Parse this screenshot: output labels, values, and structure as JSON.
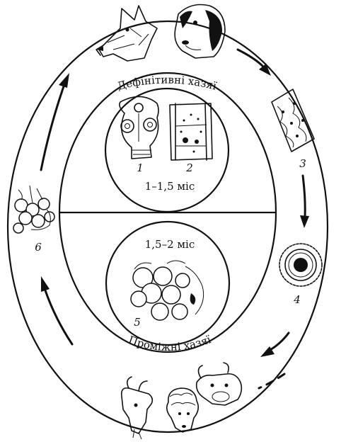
{
  "labels": {
    "definitive_hosts": "Дефінітивні хазяї",
    "intermediate_hosts": "Проміжні хазяї",
    "duration_definitive": "1–1,5 міс",
    "duration_intermediate": "1,5–2 міс"
  },
  "stage_numbers": [
    "1",
    "2",
    "3",
    "4",
    "5",
    "6"
  ],
  "icons": {
    "definitive_hosts": [
      "wolf-head-icon",
      "dog-head-icon"
    ],
    "intermediate_hosts": [
      "goat-head-icon",
      "sheep-head-icon",
      "cow-head-icon"
    ]
  }
}
